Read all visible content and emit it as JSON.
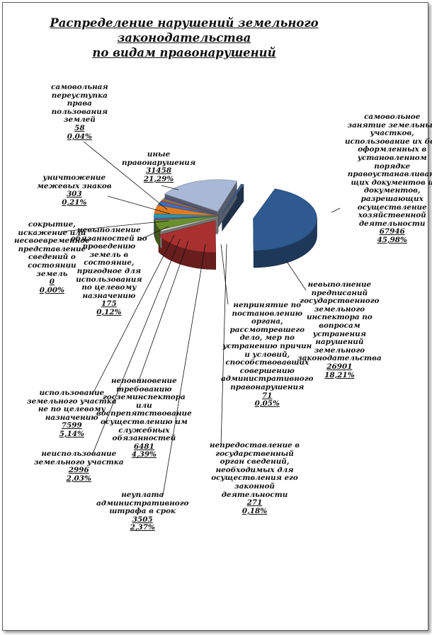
{
  "chart_data": {
    "type": "pie",
    "style": "exploded 3d pie",
    "title": "Распределение нарушений земельного законодательства по видам правонарушений",
    "title_lines": [
      "Распределение нарушений земельного законодательства",
      "по видам правонарушений"
    ],
    "legend": "none",
    "slices": [
      {
        "key": "samovolnoe",
        "lines": [
          "самовольное",
          "занятие земельных",
          "участков,",
          "использование их без",
          "оформленных в",
          "установленном",
          "порядке",
          "правоустанавливаю",
          "щих документов и",
          "документов,",
          "разрешающих",
          "осуществление",
          "хозяйственной",
          "деятельности"
        ],
        "value": "67946",
        "percent": "45,98%",
        "color": "#2e5a8f"
      },
      {
        "key": "nevypolnenie_predpisaniy",
        "lines": [
          "невыполнение",
          "предписаний",
          "государственного",
          "земельного",
          "инспектора по",
          "вопросам",
          "устранения",
          "нарушений",
          "земельного",
          "законодательства"
        ],
        "value": "26901",
        "percent": "18,21%",
        "color": "#a8312f"
      },
      {
        "key": "neprinyatie",
        "lines": [
          "непринятие по",
          "постановлению",
          "органа,",
          "рассмотревшего",
          "дело, мер по",
          "устранению причин",
          "и условий,",
          "способствовавших",
          "совершению",
          "административного",
          "правонарушения"
        ],
        "value": "71",
        "percent": "0,05%",
        "color": "#e2e2e2"
      },
      {
        "key": "ispolzovanie_ne_po_naznacheniyu",
        "lines": [
          "использование",
          "земельного участка",
          "не по целевому",
          "назначению"
        ],
        "value": "7599",
        "percent": "5,14%",
        "color": "#6a8f2f"
      },
      {
        "key": "nepredostavlenie",
        "lines": [
          "непредоставление в",
          "государственный",
          "орган сведений,",
          "необходимых для",
          "осуществления его",
          "законной",
          "деятельности"
        ],
        "value": "271",
        "percent": "0,18%",
        "color": "#7a4f9a"
      },
      {
        "key": "neuplata",
        "lines": [
          "неуплата",
          "административного",
          "штрафа в срок"
        ],
        "value": "3505",
        "percent": "2,37%",
        "color": "#2f93ad"
      },
      {
        "key": "nepovinovenie",
        "lines": [
          "неповиновение",
          "требованию",
          "госземинспектора",
          "или",
          "воспрепятствование",
          "осуществлению им",
          "служебных",
          "обязанностей"
        ],
        "value": "6481",
        "percent": "4,39%",
        "color": "#e07c20"
      },
      {
        "key": "neispolzovanie",
        "lines": [
          "неиспользование",
          "земельного участка"
        ],
        "value": "2996",
        "percent": "2,03%",
        "color": "#3f6fbf"
      },
      {
        "key": "nevypolnenie_obyazannostey",
        "lines": [
          "невыполнение",
          "обязанностей по",
          "проведению",
          "земель в",
          "состояние,",
          "пригодное для",
          "использования",
          "по целевому",
          "назначению"
        ],
        "value": "175",
        "percent": "0,12%",
        "color": "#c84a4a"
      },
      {
        "key": "sokrytie",
        "lines": [
          "сокрытие,",
          "искажение или",
          "несвоевременное",
          "представление",
          "сведений о",
          "состоянии",
          "земель"
        ],
        "value": "0",
        "percent": "0,00%",
        "color": "#7aa04a"
      },
      {
        "key": "unichtozhenie",
        "lines": [
          "уничтожение",
          "межевых знаков"
        ],
        "value": "303",
        "percent": "0,21%",
        "color": "#6a4f8f"
      },
      {
        "key": "inye",
        "lines": [
          "иные",
          "правонарушения"
        ],
        "value": "31458",
        "percent": "21,29%",
        "color": "#a9b8d6"
      },
      {
        "key": "samovolnaya_pereustupka",
        "lines": [
          "самовольная",
          "переуступка",
          "права",
          "пользования",
          "землей"
        ],
        "value": "58",
        "percent": "0,04%",
        "color": "#3f5f8f"
      }
    ]
  }
}
